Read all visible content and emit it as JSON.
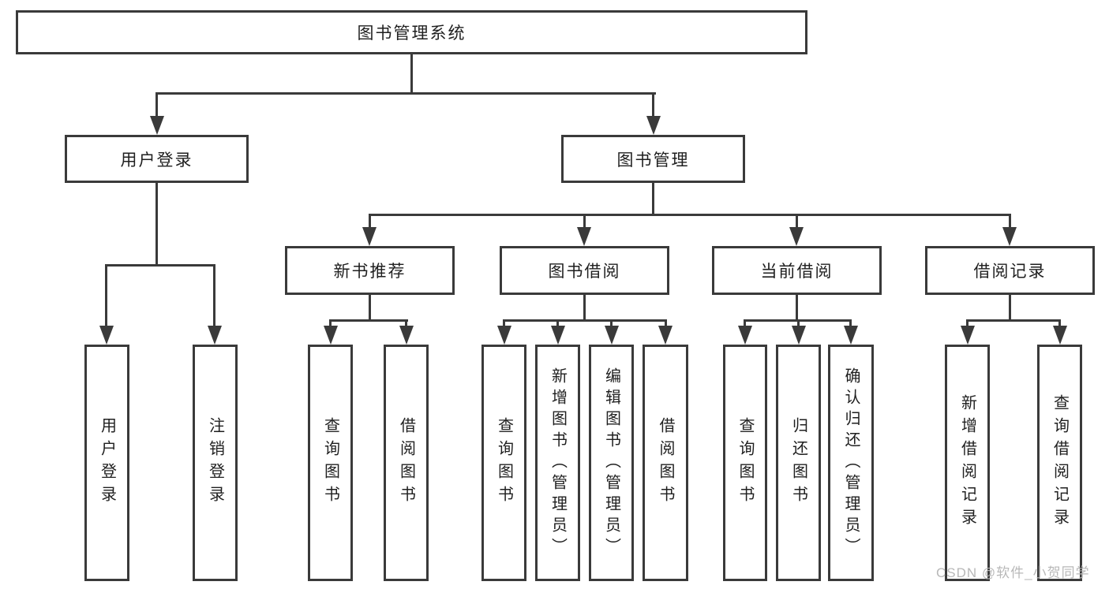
{
  "colors": {
    "line": "#3a3a3a",
    "text": "#1f1f1f",
    "background": "#ffffff",
    "watermark": "#b8b8b8"
  },
  "diagram": {
    "root": {
      "label": "图书管理系统"
    },
    "level2": [
      {
        "label": "用户登录"
      },
      {
        "label": "图书管理"
      }
    ],
    "level3": [
      {
        "label": "新书推荐"
      },
      {
        "label": "图书借阅"
      },
      {
        "label": "当前借阅"
      },
      {
        "label": "借阅记录"
      }
    ],
    "leaves": {
      "user_login": [
        {
          "label": "用户登录"
        },
        {
          "label": "注销登录"
        }
      ],
      "new_book": [
        {
          "label": "查询图书"
        },
        {
          "label": "借阅图书"
        }
      ],
      "book_borrow": [
        {
          "label": "查询图书"
        },
        {
          "label": "新增图书（管理员）"
        },
        {
          "label": "编辑图书（管理员）"
        },
        {
          "label": "借阅图书"
        }
      ],
      "current_borrow": [
        {
          "label": "查询图书"
        },
        {
          "label": "归还图书"
        },
        {
          "label": "确认归还（管理员）"
        }
      ],
      "borrow_record": [
        {
          "label": "新增借阅记录"
        },
        {
          "label": "查询借阅记录"
        }
      ]
    }
  },
  "watermark": {
    "text": "CSDN @软件_小贺同学"
  }
}
